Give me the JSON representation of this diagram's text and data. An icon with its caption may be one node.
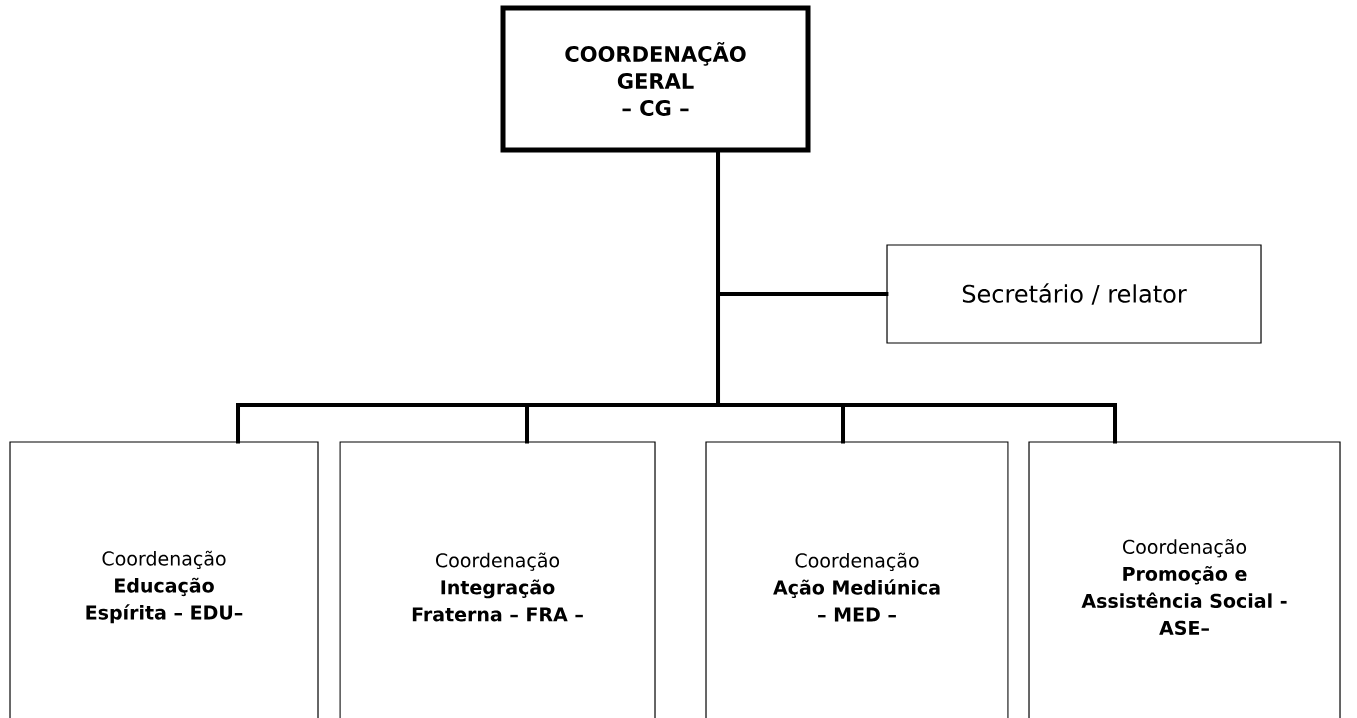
{
  "diagram": {
    "nodes": [
      {
        "text": [
          "COORDENAÇÃO GERAL – CG –"
        ]
      },
      {
        "text": [
          "Secretário / relator"
        ]
      },
      {
        "text": [
          "Coordenação",
          "Educação Espírita – EDU–"
        ]
      },
      {
        "text": [
          "Coordenação",
          "Integração Fraterna – FRA –"
        ]
      },
      {
        "text": [
          "Coordenação",
          "Ação Mediúnica – MED –"
        ]
      },
      {
        "text": [
          "Coordenação",
          "Promoção e Assistência Social - ASE–"
        ]
      }
    ],
    "edges": [
      {
        "from": 0,
        "to": 1,
        "arrow": "none"
      },
      {
        "from": 0,
        "to": 2,
        "arrow": "none"
      },
      {
        "from": 0,
        "to": 3,
        "arrow": "none"
      },
      {
        "from": 0,
        "to": 4,
        "arrow": "none"
      },
      {
        "from": 0,
        "to": 5,
        "arrow": "none"
      }
    ]
  }
}
